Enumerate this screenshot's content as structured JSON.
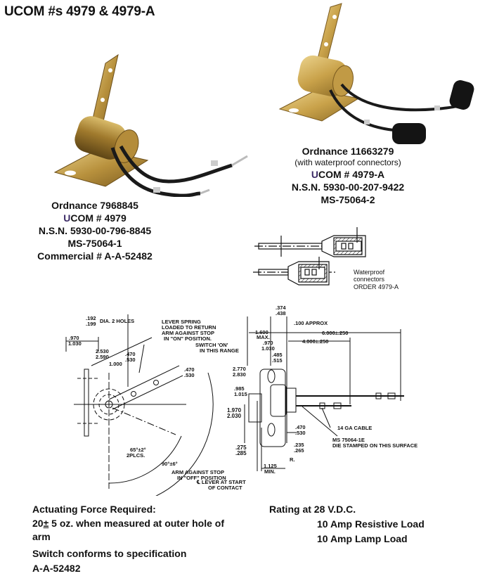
{
  "page_title": "UCOM #s 4979 & 4979-A",
  "colors": {
    "ucom_u": "#3b2a66",
    "brass": "#c9a24a",
    "cable": "#1a1a1a"
  },
  "product_4979": {
    "image_label": "brass-toggle-switch-with-cables-photo",
    "ordnance": "Ordnance 7968845",
    "ucom_u": "U",
    "ucom_rest": "COM # 4979",
    "nsn": "N.S.N. 5930-00-796-8845",
    "ms": "MS-75064-1",
    "commercial": "Commercial # A-A-52482"
  },
  "product_4979a": {
    "image_label": "brass-toggle-switch-with-waterproof-connectors-photo",
    "ordnance": "Ordnance 11663279",
    "note": "(with waterproof connectors)",
    "ucom_u": "U",
    "ucom_rest": "COM # 4979-A",
    "nsn": "N.S.N. 5930-00-207-9422",
    "ms": "MS-75064-2"
  },
  "connector_drawing": {
    "label_line1": "Waterproof",
    "label_line2": "connectors",
    "label_line3": "ORDER 4979-A"
  },
  "left_drawing": {
    "holes_top": ".192",
    "holes_bottom": ".199",
    "holes_label": "DIA. 2 HOLES",
    "dim_970": ".970",
    "dim_1030": "1.030",
    "dim_2530": "2.530",
    "dim_2590": "2.590",
    "dim_1000": "1.000",
    "dim_470a": ".470",
    "dim_530a": ".530",
    "dim_470b": ".470",
    "dim_530b": ".530",
    "lever_note_1": "LEVER SPRING",
    "lever_note_2": "LOADED TO RETURN",
    "lever_note_3": "ARM AGAINST STOP",
    "lever_note_4": "IN \"ON\" POSITION.",
    "switch_on_1": "SWITCH 'ON'",
    "switch_on_2": "IN THIS RANGE",
    "angle_65": "65°±2°",
    "angle_65_note": "2PLCS.",
    "angle_90": "90°±6°",
    "cl_lever_1": "℄ LEVER AT START",
    "cl_lever_2": "OF CONTACT",
    "arm_stop_1": "ARM AGAINST STOP",
    "arm_stop_2": "IN \"OFF\" POSITION"
  },
  "right_drawing": {
    "dim_374": ".374",
    "dim_438": ".438",
    "dim_100": ".100 APPROX",
    "dim_1600": "1.600",
    "dim_max": "MAX.",
    "dim_6000": "6.000±.250",
    "dim_970": ".970",
    "dim_1030": "1.030",
    "dim_4000": "4.000±.250",
    "dim_485": ".485",
    "dim_515": ".515",
    "dim_2770": "2.770",
    "dim_2830": "2.830",
    "dim_985": ".985",
    "dim_1015": "1.015",
    "dim_1970": "1.970",
    "dim_2030": "2.030",
    "cable_note": "14 GA CABLE",
    "dim_470": ".470",
    "dim_530": ".530",
    "ms_note_1": "MS 75064-1E",
    "ms_note_2": "DIE STAMPED ON THIS SURFACE",
    "dim_275": ".275",
    "dim_285": ".285",
    "dim_235": ".235",
    "dim_265": ".265",
    "radius": "R.",
    "dim_1125": "1.125",
    "dim_min": "MIN."
  },
  "actuating": {
    "heading": "Actuating Force Required:",
    "value_prefix": "20",
    "plus_minus": "±",
    "value_rest": " 5 oz. when measured at outer hole of arm",
    "spec_line1": "Switch conforms to specification",
    "spec_line2": "A-A-52482"
  },
  "rating": {
    "heading": "Rating at 28 V.D.C.",
    "line1": "10 Amp Resistive Load",
    "line2": "10 Amp Lamp Load"
  }
}
